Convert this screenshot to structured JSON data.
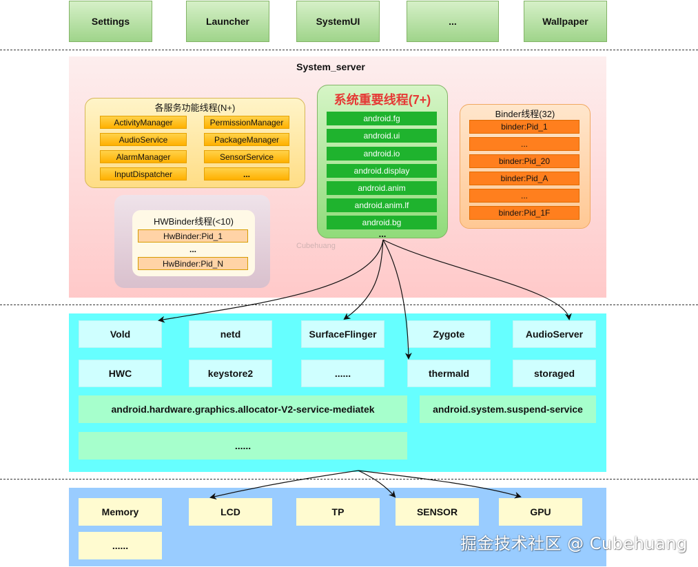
{
  "apps": [
    "Settings",
    "Launcher",
    "SystemUI",
    "...",
    "Wallpaper"
  ],
  "system_server": {
    "title": "System_server",
    "service_threads": {
      "title": "各服务功能线程(N+)",
      "left": [
        "ActivityManager",
        "AudioService",
        "AlarmManager",
        "InputDispatcher"
      ],
      "right": [
        "PermissionManager",
        "PackageManager",
        "SensorService",
        "..."
      ]
    },
    "important_threads": {
      "title": "系统重要线程(7+)",
      "items": [
        "android.fg",
        "android.ui",
        "android.io",
        "android.display",
        "android.anim",
        "android.anim.lf",
        "android.bg"
      ],
      "more": "..."
    },
    "binder_threads": {
      "title": "Binder线程(32)",
      "items": [
        "binder:Pid_1",
        "...",
        "binder:Pid_20",
        "binder:Pid_A",
        "...",
        "binder:Pid_1F"
      ]
    },
    "hwbinder_threads": {
      "title": "HWBinder线程(<10)",
      "items": [
        "HwBinder:Pid_1",
        "...",
        "HwBinder:Pid_N"
      ]
    },
    "faint_watermark": "Cubehuang"
  },
  "native": {
    "row1": [
      "Vold",
      "netd",
      "SurfaceFlinger",
      "Zygote",
      "AudioServer"
    ],
    "row2": [
      "HWC",
      "keystore2",
      "......",
      "thermald",
      "storaged"
    ],
    "row3": [
      "android.hardware.graphics.allocator-V2-service-mediatek",
      "android.system.suspend-service"
    ],
    "row4": "......"
  },
  "hal": {
    "row1": [
      "Memory",
      "LCD",
      "TP",
      "SENSOR",
      "GPU"
    ],
    "row2": "......"
  },
  "watermark": "掘金技术社区 @ Cubehuang",
  "colors": {
    "app_green": "#9fd48a",
    "system_server_pink": "#ffc9c9",
    "important_green": "#1fb32e",
    "important_title_red": "#e53935",
    "binder_orange": "#ff7f1e",
    "service_yellow": "#ffb000",
    "native_cyan": "#66ffff",
    "hal_blue": "#99ccff"
  }
}
